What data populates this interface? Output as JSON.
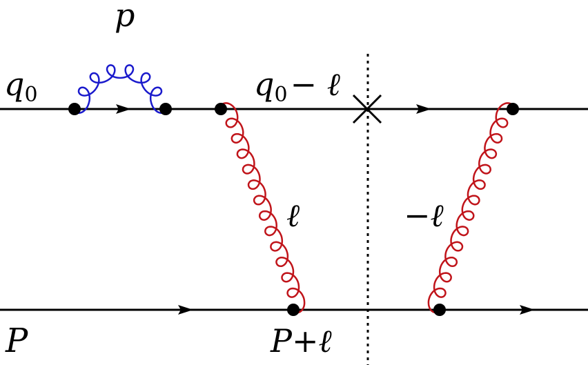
{
  "labels": {
    "top_left": "q",
    "top_left_sub": "0",
    "loop_momentum": "p",
    "cut_momentum_q": "q",
    "cut_momentum_sub": "0",
    "cut_momentum_rest": "− ℓ",
    "gluon_left": "ℓ",
    "gluon_right": "−ℓ",
    "bottom_left": "P",
    "bottom_mid": "P+ℓ"
  },
  "colors": {
    "line": "#000000",
    "self_energy_gluon": "#1a1acc",
    "exchange_gluon": "#c0141a",
    "cut": "#000000"
  }
}
